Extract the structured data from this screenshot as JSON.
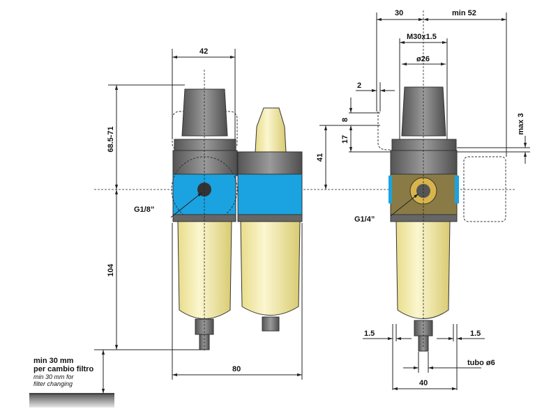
{
  "dimensions": {
    "width_42": "42",
    "height_upper": "68.5-71",
    "height_lower": "104",
    "width_80": "80",
    "port_left": "G1/8”",
    "height_41": "41",
    "dim_8": "8",
    "dim_17": "17",
    "dim_2": "2",
    "dim_30": "30",
    "min_52": "min 52",
    "thread": "M30x1.5",
    "diameter_26": "ø26",
    "max_3": "max 3",
    "port_right": "G1/4”",
    "gap_left": "1.5",
    "gap_right": "1.5",
    "tube": "tubo ø6",
    "width_40": "40"
  },
  "note": {
    "line1": "min 30 mm",
    "line2": "per cambio filtro",
    "line3": "min 30 mm for",
    "line4": "filter changing"
  },
  "colors": {
    "blue": "#1aa3e0",
    "bowl": "#f7f0b8",
    "gray": "#6d6d6d",
    "brass": "#d9b44a"
  }
}
